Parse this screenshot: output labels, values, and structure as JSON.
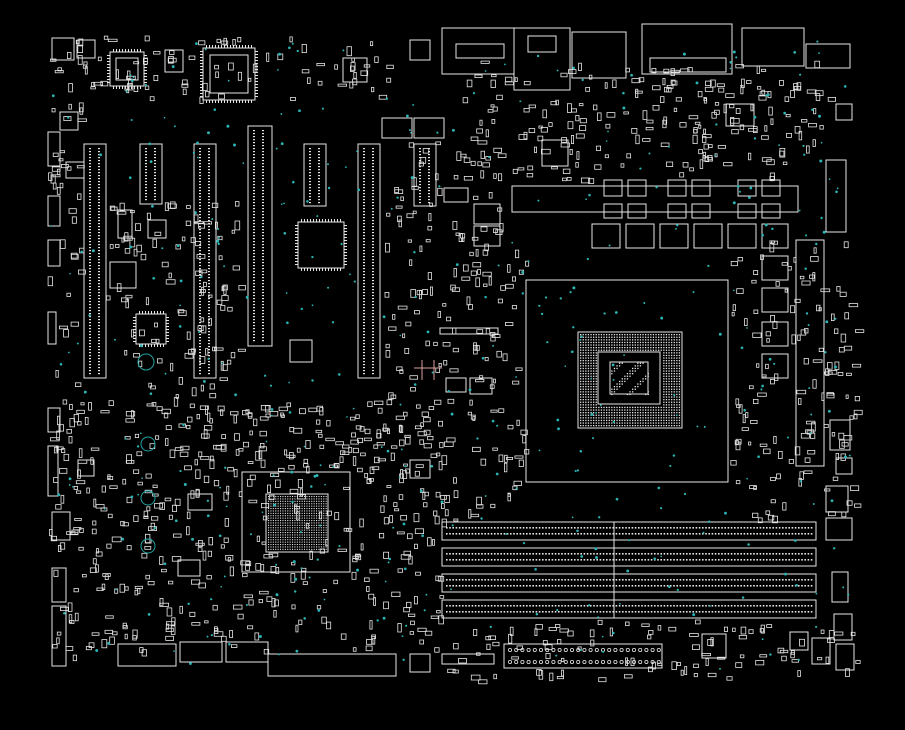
{
  "colors": {
    "background": "#000000",
    "silkscreen": "#e6e6e6",
    "copper_dot": "#2bb5b5",
    "via_ring": "#1ea3a3",
    "highlight": "#d9a0a0"
  },
  "board": {
    "type": "motherboard-pcb-layout",
    "view": "top-side-silkscreen"
  },
  "components": [
    {
      "name": "cpu-socket",
      "kind": "socket"
    },
    {
      "name": "dimm-slot",
      "kind": "memory-slot",
      "count": 4
    },
    {
      "name": "pcie-slot",
      "kind": "expansion-slot",
      "count": 5
    },
    {
      "name": "chipset",
      "kind": "bga"
    },
    {
      "name": "io-connector",
      "kind": "rear-io",
      "count": 6
    },
    {
      "name": "mosfet",
      "kind": "vrm",
      "count": 22
    },
    {
      "name": "header",
      "kind": "pin-header",
      "count": 14
    }
  ]
}
